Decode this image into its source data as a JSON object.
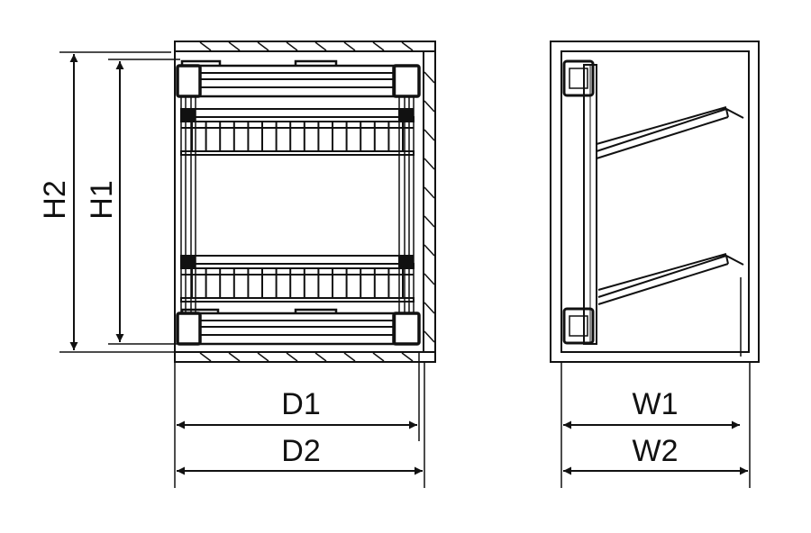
{
  "labels": {
    "h2": "H2",
    "h1": "H1",
    "d1": "D1",
    "d2": "D2",
    "w1": "W1",
    "w2": "W2"
  },
  "colors": {
    "line": "#111111",
    "background": "#ffffff"
  }
}
